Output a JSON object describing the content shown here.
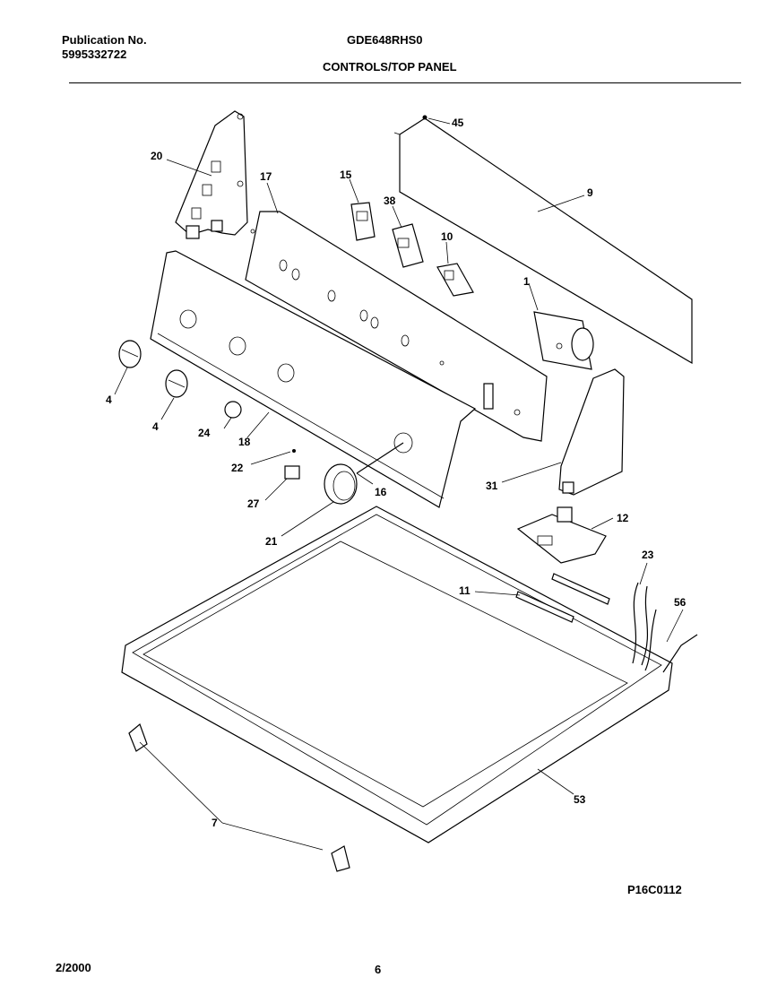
{
  "header": {
    "publication_label": "Publication No.",
    "publication_number": "5995332722",
    "model": "GDE648RHS0",
    "section_title": "CONTROLS/TOP PANEL"
  },
  "callouts": {
    "c1": "1",
    "c4a": "4",
    "c4b": "4",
    "c7": "7",
    "c9": "9",
    "c10": "10",
    "c11": "11",
    "c12": "12",
    "c15": "15",
    "c16": "16",
    "c17": "17",
    "c18": "18",
    "c20": "20",
    "c21": "21",
    "c22": "22",
    "c23": "23",
    "c24": "24",
    "c27": "27",
    "c31": "31",
    "c38": "38",
    "c45": "45",
    "c53": "53",
    "c56": "56"
  },
  "footer": {
    "figure_id": "P16C0112",
    "date": "2/2000",
    "page": "6"
  }
}
